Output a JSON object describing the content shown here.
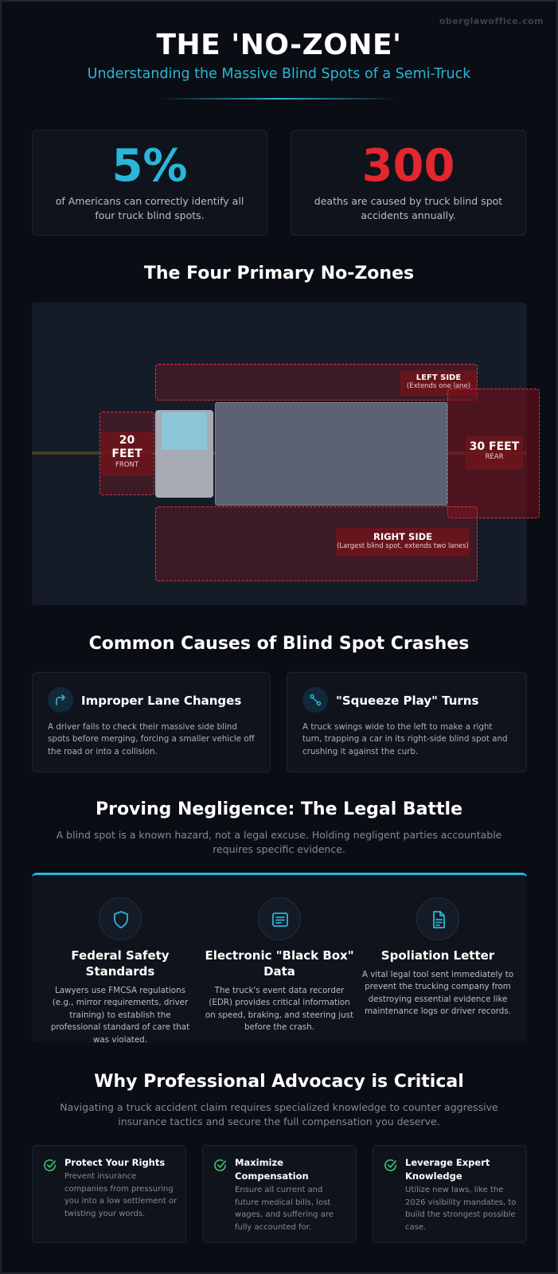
{
  "site": "oberglawoffice.com",
  "header": {
    "title": "THE 'NO-ZONE'",
    "subtitle": "Understanding the Massive Blind Spots of a Semi-Truck"
  },
  "stats": [
    {
      "value": "5%",
      "description": "of Americans can correctly identify all four truck blind spots.",
      "color": "#29b6d8"
    },
    {
      "value": "300",
      "description": "deaths are caused by truck blind spot accidents annually.",
      "color": "#e3262f"
    }
  ],
  "no_zones": {
    "title": "The Four Primary No-Zones",
    "left": {
      "label": "LEFT SIDE",
      "sub": "(Extends one lane)"
    },
    "front": {
      "label_line1": "20",
      "label_line2": "FEET",
      "sub": "FRONT"
    },
    "rear": {
      "label": "30 FEET",
      "sub": "REAR"
    },
    "right": {
      "label": "RIGHT SIDE",
      "sub": "(Largest blind spot, extends two lanes)"
    }
  },
  "causes": {
    "title": "Common Causes of Blind Spot Crashes",
    "items": [
      {
        "icon": "turn-right-arrow-icon",
        "title": "Improper Lane Changes",
        "description": "A driver fails to check their massive side blind spots before merging, forcing a smaller vehicle off the road or into a collision."
      },
      {
        "icon": "route-icon",
        "title": "\"Squeeze Play\" Turns",
        "description": "A truck swings wide to the left to make a right turn, trapping a car in its right-side blind spot and crushing it against the curb."
      }
    ]
  },
  "legal": {
    "title": "Proving Negligence: The Legal Battle",
    "subtitle": "A blind spot is a known hazard, not a legal excuse. Holding negligent parties accountable requires specific evidence.",
    "items": [
      {
        "icon": "shield-icon",
        "title": "Federal Safety Standards",
        "description": "Lawyers use FMCSA regulations (e.g., mirror requirements, driver training) to establish the professional standard of care that was violated."
      },
      {
        "icon": "data-recorder-icon",
        "title": "Electronic \"Black Box\" Data",
        "description": "The truck's event data recorder (EDR) provides critical information on speed, braking, and steering just before the crash."
      },
      {
        "icon": "document-icon",
        "title": "Spoliation Letter",
        "description": "A vital legal tool sent immediately to prevent the trucking company from destroying essential evidence like maintenance logs or driver records."
      }
    ]
  },
  "advocacy": {
    "title": "Why Professional Advocacy is Critical",
    "subtitle": "Navigating a truck accident claim requires specialized knowledge to counter aggressive insurance tactics and secure the full compensation you deserve.",
    "items": [
      {
        "icon": "check-circle-icon",
        "title": "Protect Your Rights",
        "description": "Prevent insurance companies from pressuring you into a low settlement or twisting your words."
      },
      {
        "icon": "check-circle-icon",
        "title": "Maximize Compensation",
        "description": "Ensure all current and future medical bills, lost wages, and suffering are fully accounted for."
      },
      {
        "icon": "check-circle-icon",
        "title": "Leverage Expert Knowledge",
        "description": "Utilize new laws, like the 2026 visibility mandates, to build the strongest possible case."
      }
    ]
  },
  "colors": {
    "accent": "#29b6d8",
    "danger": "#e3262f",
    "check": "#3fbf6b",
    "background": "#0a0d13"
  }
}
